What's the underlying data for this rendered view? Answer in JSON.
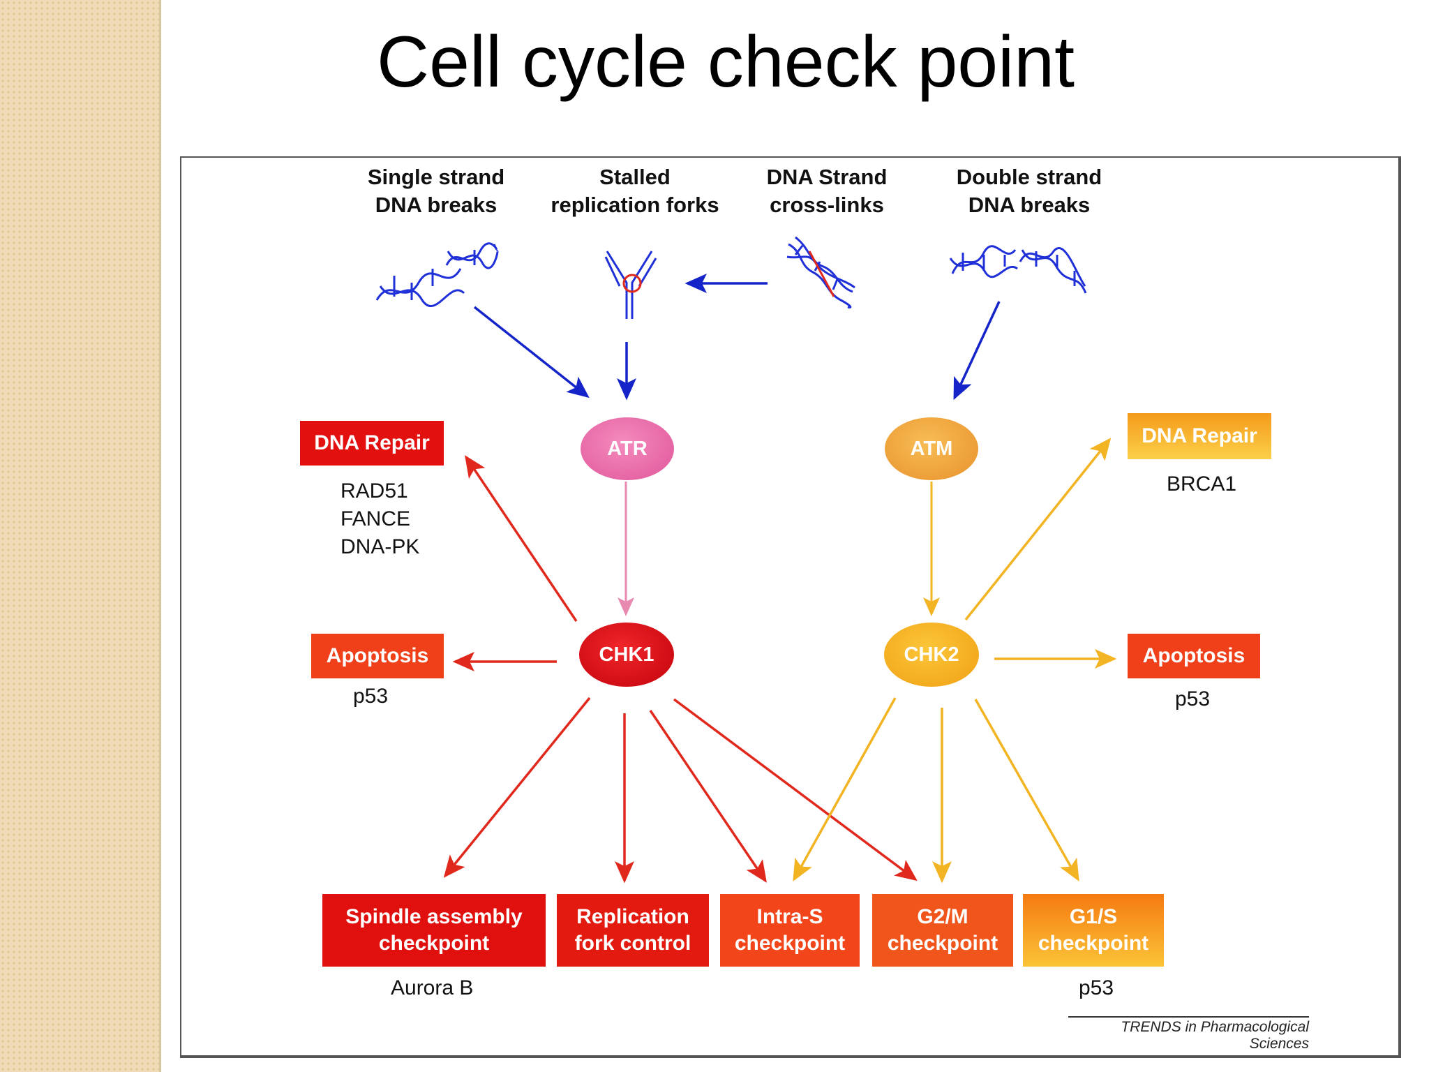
{
  "title": "Cell cycle check point",
  "damage_types": [
    {
      "line1": "Single strand",
      "line2": "DNA breaks"
    },
    {
      "line1": "Stalled",
      "line2": "replication forks"
    },
    {
      "line1": "DNA Strand",
      "line2": "cross-links"
    },
    {
      "line1": "Double strand",
      "line2": "DNA breaks"
    }
  ],
  "kinases": {
    "atr": "ATR",
    "atm": "ATM",
    "chk1": "CHK1",
    "chk2": "CHK2"
  },
  "left_outcomes": {
    "repair_title": "DNA Repair",
    "repair_genes": [
      "RAD51",
      "FANCE",
      "DNA-PK"
    ],
    "apoptosis_title": "Apoptosis",
    "apoptosis_gene": "p53"
  },
  "right_outcomes": {
    "repair_title": "DNA Repair",
    "repair_gene": "BRCA1",
    "apoptosis_title": "Apoptosis",
    "apoptosis_gene": "p53"
  },
  "checkpoints": [
    {
      "label": "Spindle assembly\ncheckpoint",
      "color": "#e0100e"
    },
    {
      "label": "Replication\nfork control",
      "color": "#e21a0f"
    },
    {
      "label": "Intra-S\ncheckpoint",
      "color": "#f2451a"
    },
    {
      "label": "G2/M\ncheckpoint",
      "color": "#f0551c"
    },
    {
      "label": "G1/S\ncheckpoint",
      "color": "#f6a51c"
    }
  ],
  "checkpoint_genes": {
    "spindle": "Aurora B",
    "g1s": "p53"
  },
  "credit": "TRENDS in Pharmacological Sciences",
  "colors": {
    "chk1_pathway": "#e0281c",
    "chk2_pathway": "#f2b422",
    "upstream": "#1524c8",
    "atr_node": "#ec6aa4",
    "atm_node": "#f2a53a"
  }
}
